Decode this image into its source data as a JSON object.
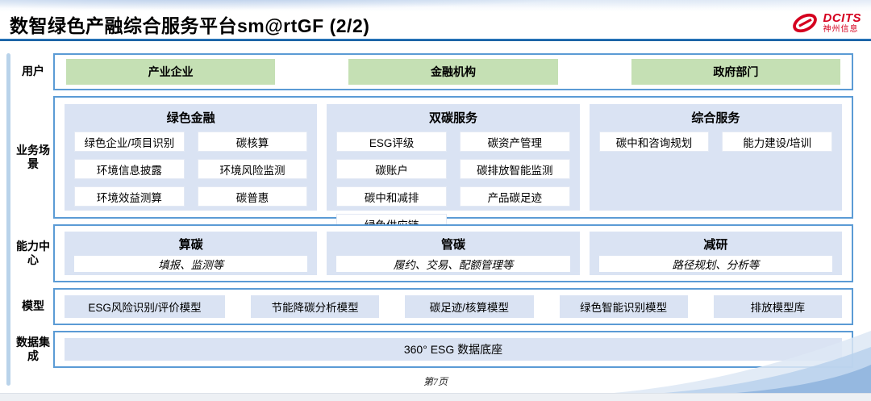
{
  "header": {
    "title": "数智绿色产融综合服务平台sm@rtGF (2/2)",
    "logo_brand": "DCITS",
    "logo_sub": "神州信息"
  },
  "users": {
    "label": "用户",
    "items": [
      "产业企业",
      "金融机构",
      "政府部门"
    ]
  },
  "scenarios": {
    "label": "业务场景",
    "columns": [
      {
        "title": "绿色金融",
        "items": [
          "绿色企业/项目识别",
          "碳核算",
          "环境信息披露",
          "环境风险监测",
          "环境效益测算",
          "碳普惠"
        ]
      },
      {
        "title": "双碳服务",
        "items": [
          "ESG评级",
          "碳资产管理",
          "碳账户",
          "碳排放智能监测",
          "碳中和减排",
          "产品碳足迹",
          "绿色供应链"
        ]
      },
      {
        "title": "综合服务",
        "items": [
          "碳中和咨询规划",
          "能力建设/培训"
        ]
      }
    ]
  },
  "capabilities": {
    "label": "能力中心",
    "items": [
      {
        "title": "算碳",
        "desc": "填报、监测等"
      },
      {
        "title": "管碳",
        "desc": "履约、交易、配额管理等"
      },
      {
        "title": "减研",
        "desc": "路径规划、分析等"
      }
    ]
  },
  "models": {
    "label": "模型",
    "items": [
      "ESG风险识别/评价模型",
      "节能降碳分析模型",
      "碳足迹/核算模型",
      "绿色智能识别模型",
      "排放模型库"
    ]
  },
  "dataset": {
    "label": "数据集成",
    "item": "360° ESG 数据底座"
  },
  "footer": {
    "page": "第7页"
  },
  "colors": {
    "accent_blue": "#5b9bd5",
    "deep_blue": "#1e6db5",
    "panel_blue": "#dae3f3",
    "user_green": "#c5e0b4",
    "logo_red": "#d5001f"
  }
}
